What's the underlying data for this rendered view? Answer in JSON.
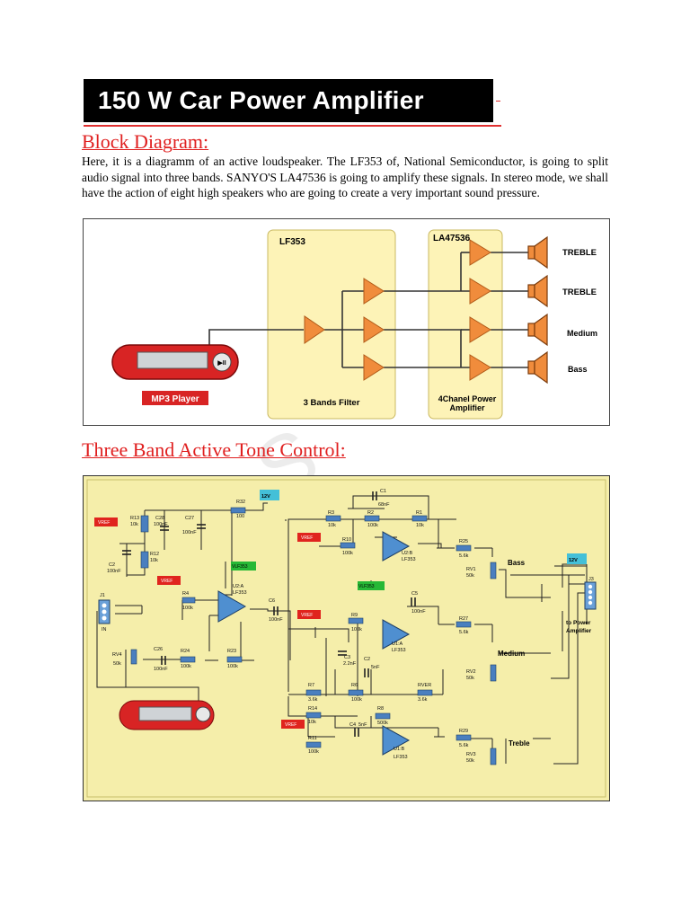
{
  "banner": {
    "title": "150 W  Car Power Amplifier"
  },
  "section1": {
    "heading": "Block Diagram:",
    "paragraph": "Here, it is a diagramm of an active loudspeaker. The LF353 of, National Semiconductor, is going to split audio signal into three bands. SANYO'S LA47536 is going to amplify these signals. In stereo mode, we shall have the action of eight high speakers who are going to create a very important sound pressure."
  },
  "block_diagram": {
    "filter_chip": "LF353",
    "filter_caption": "3 Bands Filter",
    "amp_chip": "LA47536",
    "amp_caption_1": "4Chanel Power",
    "amp_caption_2": "Amplifier",
    "source_label": "MP3 Player",
    "outputs": [
      "TREBLE",
      "TREBLE",
      "Medium",
      "Bass"
    ]
  },
  "section2": {
    "heading": "Three Band Active Tone Control:"
  },
  "schematic": {
    "supply": "12V",
    "vref": "VREF",
    "vcc_label": "VLF353",
    "components": {
      "r13": "R13",
      "r13v": "10k",
      "r12": "R12",
      "r12v": "10k",
      "c28": "C28",
      "c28v": "100nF",
      "c27": "C27",
      "c27v": "100nF",
      "c2": "C2",
      "c2v": "100nF",
      "r32": "R32",
      "r32v": "100",
      "r4": "R4",
      "r4v": "100k",
      "u2a": "U2:A",
      "u2a_part": "LF353",
      "c6": "C6",
      "c6v": "100nF",
      "j1": "J1",
      "j1_label": "IN",
      "rv4": "RV4",
      "rv4v": "50k",
      "c26": "C26",
      "c26v": "100nF",
      "r24": "R24",
      "r24v": "100k",
      "r23": "R23",
      "r23v": "100k",
      "c1": "C1",
      "c1v": "68nF",
      "r3": "R3",
      "r3v": "10k",
      "r2": "R2",
      "r2v": "100k",
      "r1": "R1",
      "r1v": "10k",
      "r10": "R10",
      "r10v": "100k",
      "u2b": "U2:B",
      "u2b_part": "LF353",
      "r25": "R25",
      "r25v": "5.6k",
      "rv1": "RV1",
      "rv1v": "50k",
      "bass": "Bass",
      "c5": "C5",
      "c5v": "100nF",
      "r9": "R9",
      "r9v": "100k",
      "u1a": "U1:A",
      "u1a_part": "LF353",
      "r27": "R27",
      "r27v": "5.6k",
      "rv2": "RV2",
      "rv2v": "50k",
      "medium": "Medium",
      "c3": "C3",
      "c3v": "2.2nF",
      "c2b": "C2",
      "c2bv": "5nF",
      "r7": "R7",
      "r7v": "3.6k",
      "r6": "R6",
      "r6v": "100k",
      "rver": "RVER",
      "rverv": "3.6k",
      "r14": "R14",
      "r14v": "10k",
      "r8": "R8",
      "r8v": "500k",
      "c4": "C4",
      "c4v": "5nF",
      "r11": "R11",
      "r11v": "100k",
      "u1b": "U1:B",
      "u1b_part": "LF353",
      "r29": "R29",
      "r29v": "5.6k",
      "rv3": "RV3",
      "rv3v": "50k",
      "treble": "Treble",
      "j3": "J3",
      "to_amp_1": "to Power",
      "to_amp_2": "Amplifier"
    }
  },
  "watermark": "S",
  "colors": {
    "heading": "#e02020",
    "filter_box": "#fdf3b7",
    "triangle": "#f08c3c",
    "schematic_bg": "#f5eeaa"
  }
}
